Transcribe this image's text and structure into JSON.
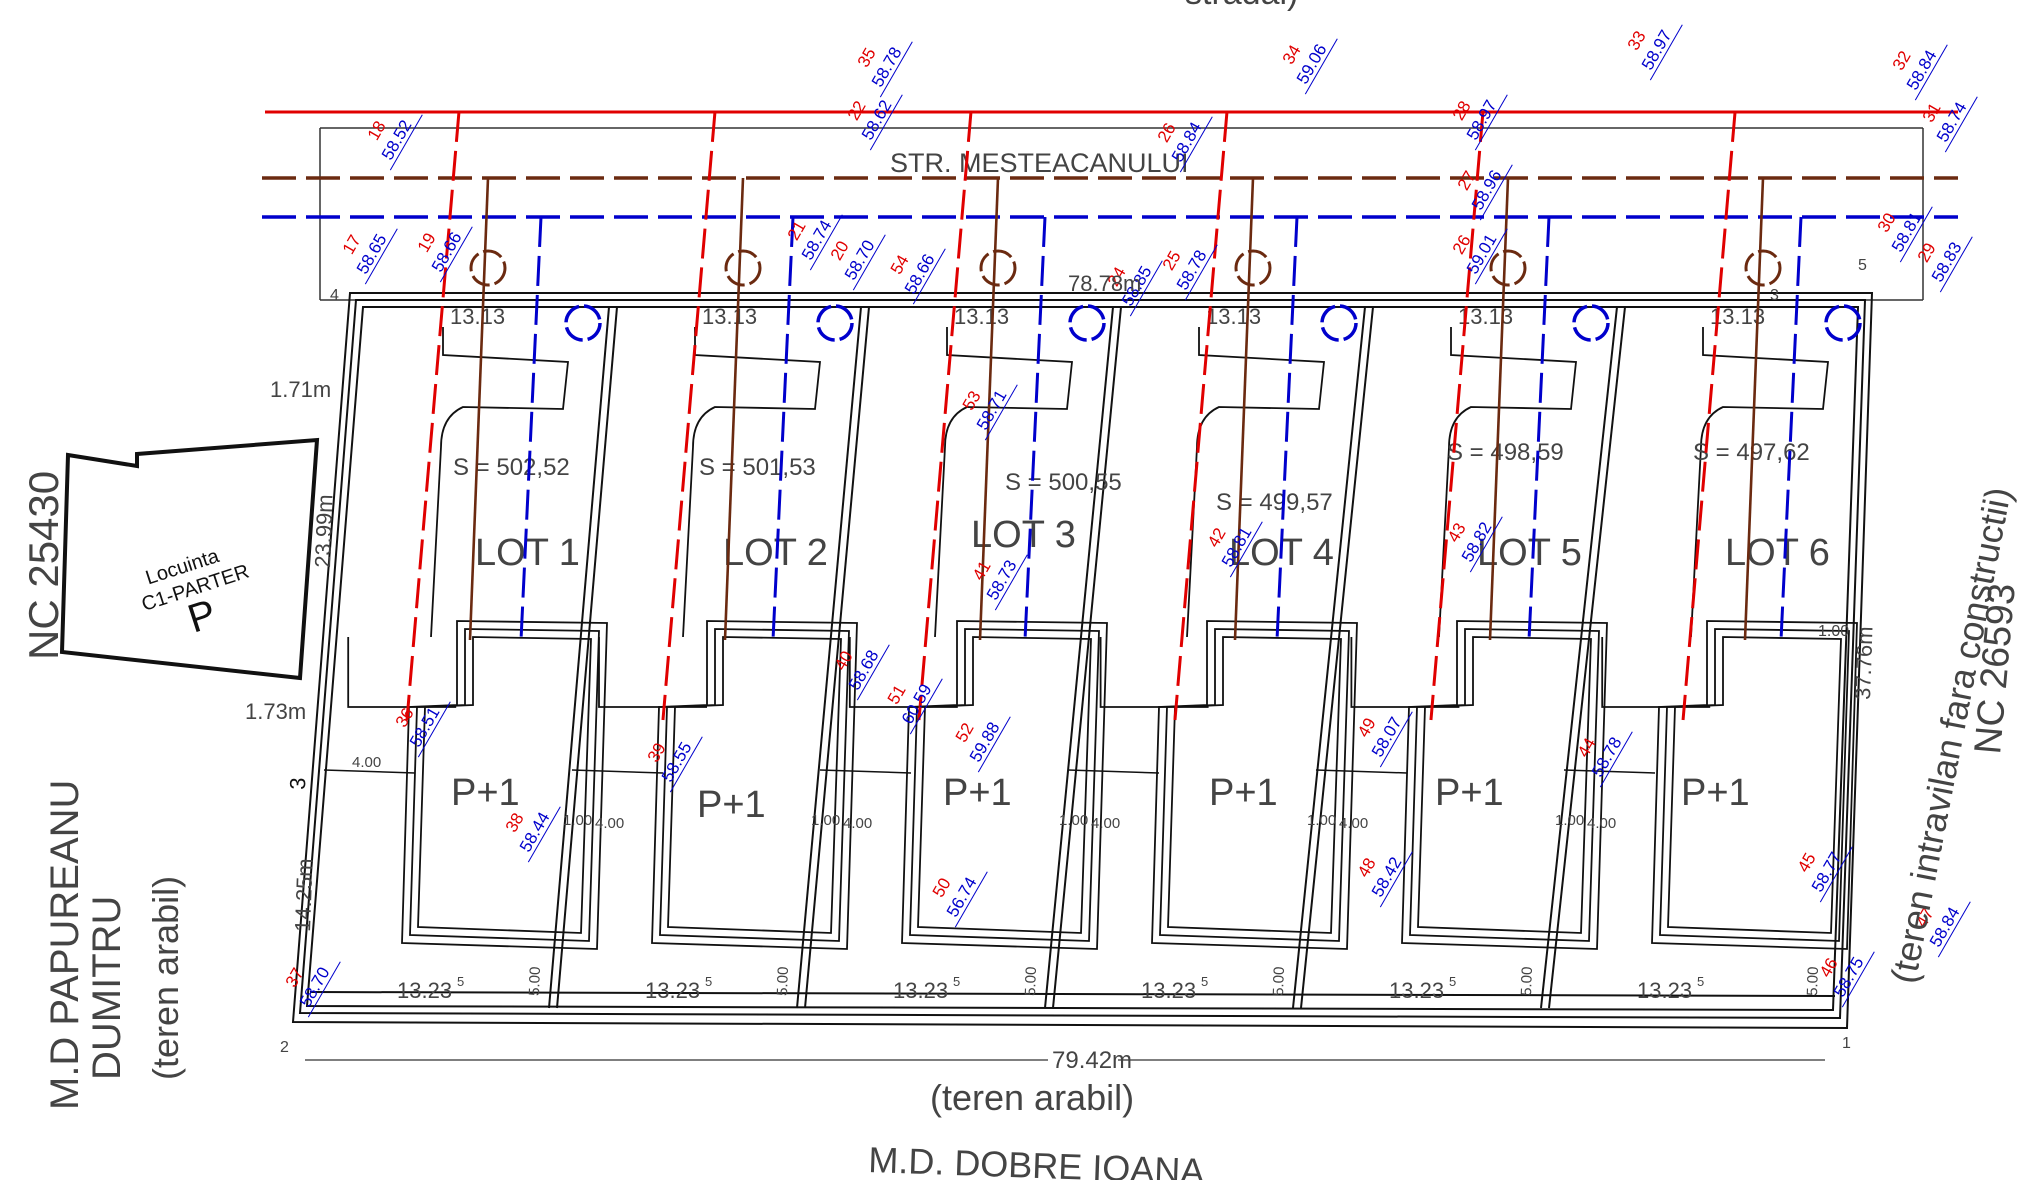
{
  "street": {
    "name": "STR. MESTEACANULUI",
    "top_cut_label": "stradal)"
  },
  "neighbors": {
    "left_plot": "NC 25430",
    "house_name": "Locuinta",
    "house_type": "C1-PARTER",
    "house_letter": "P",
    "left_owner_line1": "M.D PAPUREANU",
    "left_owner_line2": "DUMITRU",
    "left_land": "(teren arabil)",
    "bottom_land": "(teren arabil)",
    "bottom_owner": "M.D. DOBRE IOANA",
    "right_land": "(teren intravilan fara constructii)",
    "right_plot": "NC 26593"
  },
  "dimensions": {
    "top_total": "78.78m",
    "bottom_total": "79.42m",
    "left_top": "1.71m",
    "left_depth": "23.99m",
    "left_mid": "1.73m",
    "left_bottom": "14.25m",
    "right_depth": "37.76m",
    "right_small": "1.00",
    "front": "13.13",
    "back": "13.23",
    "back_sup": "5",
    "setback_side": "4.00",
    "setback_back": "5.00",
    "side_gap": "1.00",
    "three": "3"
  },
  "corners": [
    "1",
    "2",
    "3",
    "4",
    "5"
  ],
  "lots": [
    {
      "name": "LOT 1",
      "area": "S = 502,52",
      "building": "P+1"
    },
    {
      "name": "LOT 2",
      "area": "S = 501,53",
      "building": "P+1"
    },
    {
      "name": "LOT 3",
      "area": "S = 500,55",
      "building": "P+1"
    },
    {
      "name": "LOT 4",
      "area": "S = 499,57",
      "building": "P+1"
    },
    {
      "name": "LOT 5",
      "area": "S = 498,59",
      "building": "P+1"
    },
    {
      "name": "LOT 6",
      "area": "S = 497,62",
      "building": "P+1"
    }
  ],
  "points": [
    {
      "id": "35",
      "elev": "58.78"
    },
    {
      "id": "34",
      "elev": "59.06"
    },
    {
      "id": "33",
      "elev": "58.97"
    },
    {
      "id": "32",
      "elev": "58.84"
    },
    {
      "id": "18",
      "elev": "58.52"
    },
    {
      "id": "22",
      "elev": "58.62"
    },
    {
      "id": "26",
      "elev": "58.84"
    },
    {
      "id": "28",
      "elev": "58.97"
    },
    {
      "id": "31",
      "elev": "58.74"
    },
    {
      "id": "27",
      "elev": "58.96"
    },
    {
      "id": "17",
      "elev": "58.65"
    },
    {
      "id": "19",
      "elev": "58.66"
    },
    {
      "id": "21",
      "elev": "58.74"
    },
    {
      "id": "20",
      "elev": "58.70"
    },
    {
      "id": "54",
      "elev": "58.66"
    },
    {
      "id": "24",
      "elev": "58.85"
    },
    {
      "id": "25",
      "elev": "58.78"
    },
    {
      "id": "26",
      "elev": "59.01"
    },
    {
      "id": "30",
      "elev": "58.81"
    },
    {
      "id": "29",
      "elev": "58.83"
    },
    {
      "id": "53",
      "elev": "58.71"
    },
    {
      "id": "41",
      "elev": "58.73"
    },
    {
      "id": "42",
      "elev": "58.81"
    },
    {
      "id": "43",
      "elev": "58.82"
    },
    {
      "id": "40",
      "elev": "58.68"
    },
    {
      "id": "51",
      "elev": "60.59"
    },
    {
      "id": "52",
      "elev": "59.88"
    },
    {
      "id": "36",
      "elev": "58.51"
    },
    {
      "id": "39",
      "elev": "58.55"
    },
    {
      "id": "49",
      "elev": "58.07"
    },
    {
      "id": "44",
      "elev": "58.78"
    },
    {
      "id": "38",
      "elev": "58.44"
    },
    {
      "id": "48",
      "elev": "58.42"
    },
    {
      "id": "45",
      "elev": "58.77"
    },
    {
      "id": "50",
      "elev": "56.74"
    },
    {
      "id": "37",
      "elev": "58.70"
    },
    {
      "id": "46",
      "elev": "58.75"
    },
    {
      "id": "47",
      "elev": "58.84"
    }
  ]
}
